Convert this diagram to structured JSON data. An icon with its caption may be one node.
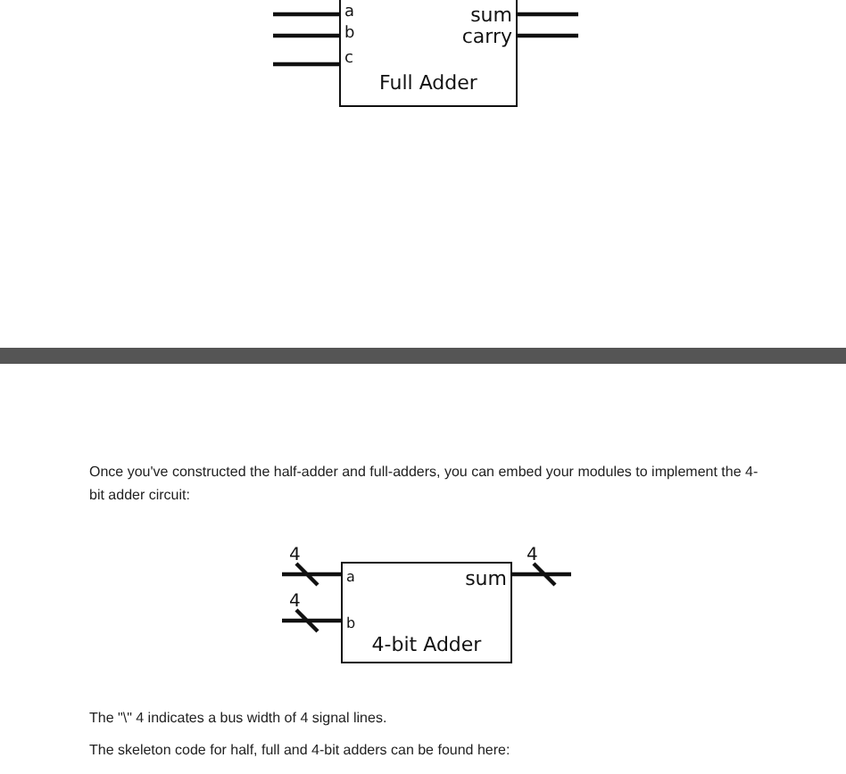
{
  "diagram": {
    "nodes": [
      {
        "text": [
          "a",
          "b",
          "c",
          "sum",
          "carry",
          "Full Adder"
        ]
      },
      {
        "text": [
          "a",
          "sum",
          "b",
          "4-bit Adder"
        ]
      }
    ],
    "edges": [
      {
        "from": null,
        "to": 0,
        "arrow": "none"
      },
      {
        "from": null,
        "to": 0,
        "arrow": "none"
      },
      {
        "from": null,
        "to": 0,
        "arrow": "none"
      },
      {
        "from": 0,
        "to": null,
        "arrow": "none"
      },
      {
        "from": 0,
        "to": null,
        "arrow": "none"
      },
      {
        "from": null,
        "to": 1,
        "arrow": "none",
        "label": "4"
      },
      {
        "from": null,
        "to": 1,
        "arrow": "none",
        "label": "4"
      },
      {
        "from": 1,
        "to": null,
        "arrow": "none",
        "label": "4"
      }
    ],
    "labels": [
      "Once you've constructed the half-adder and full-adders, you can embed your modules to implement the 4-bit adder circuit:",
      "The \"\\\" 4 indicates a bus width of 4 signal lines.",
      "The skeleton code for half, full and 4-bit adders can be found here:"
    ]
  }
}
